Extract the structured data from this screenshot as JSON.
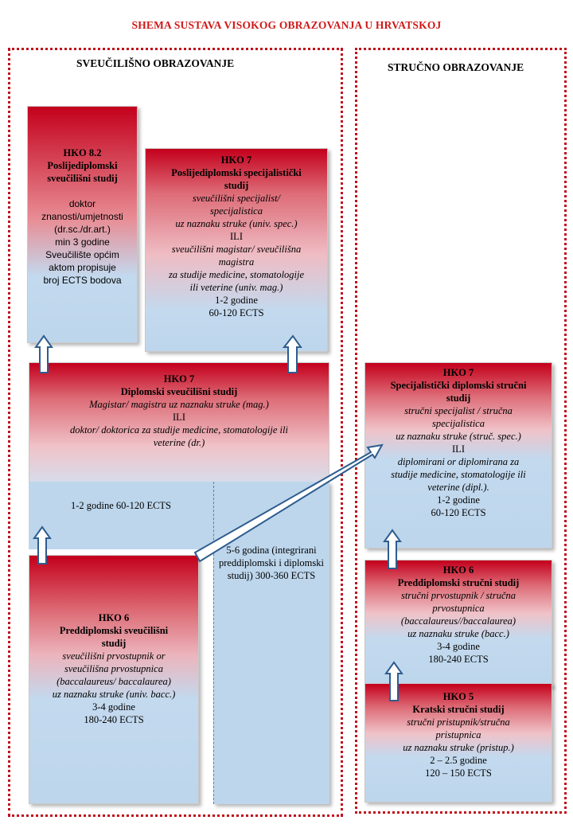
{
  "title": "SHEMA SUSTAVA VISOKOG OBRAZOVANJA U HRVATSKOJ",
  "left_section_title": "SVEUČILIŠNO OBRAZOVANJE",
  "right_section_title": "STRUČNO OBRAZOVANJE",
  "colors": {
    "frame": "#c0101a",
    "title": "#d01818",
    "box_top": "#c4001c",
    "box_bottom": "#bdd6ec",
    "arrow": "#2e5d8e"
  },
  "hko82": {
    "level": "HKO 8.2",
    "name": [
      "Poslijediplomski",
      "sveučilišni studij"
    ],
    "details": [
      "doktor",
      "znanosti/umjetnosti",
      "(dr.sc./dr.art.)",
      "min 3 godine",
      "Sveučilište općim",
      "aktom propisuje",
      "broj ECTS bodova"
    ]
  },
  "hko7_spec": {
    "level": "HKO 7",
    "name": [
      "Poslijediplomski specijalistički",
      "studij"
    ],
    "title1": [
      "sveučilišni specijalist/",
      "specijalistica"
    ],
    "note1": "uz naznaku struke (univ. spec.)",
    "ili": "ILI",
    "title2": [
      "sveučilišni magistar/ sveučilišna",
      "magistra"
    ],
    "note2": [
      "za studije medicine, stomatologije",
      "ili veterine (univ. mag.)"
    ],
    "duration": "1-2 godine",
    "ects": "60-120 ECTS"
  },
  "hko7_dipl": {
    "level": "HKO 7",
    "name": "Diplomski sveučilišni studij",
    "title1": "Magistar/ magistra uz naznaku struke (mag.)",
    "ili": "ILI",
    "title2": [
      "doktor/ doktorica za studije medicine, stomatologije ili",
      "veterine (dr.)"
    ],
    "duration": "1-2 godine",
    "ects": "60-120 ECTS"
  },
  "integrated": {
    "lines": [
      "5-6 godina",
      "(integrirani",
      "preddiplomski i",
      "diplomski studij)",
      "300-360 ECTS"
    ]
  },
  "hko6_sveuc": {
    "level": "HKO 6",
    "name": [
      "Preddiplomski sveučilišni",
      "studij"
    ],
    "title": [
      "sveučilišni prvostupnik or",
      "sveučilišna prvostupnica",
      "(baccalaureus/ baccalaurea)",
      "uz naznaku struke (univ. bacc.)"
    ],
    "duration": "3-4 godine",
    "ects": "180-240 ECTS"
  },
  "hko7_struc": {
    "level": "HKO 7",
    "name": [
      "Specijalistički diplomski stručni",
      "studij"
    ],
    "title1": [
      "stručni specijalist / stručna",
      "specijalistica",
      "uz naznaku struke (struč. spec.)"
    ],
    "ili": "ILI",
    "title2": [
      "diplomirani or diplomirana za",
      "studije medicine, stomatologije ili",
      "veterine (dipl.)."
    ],
    "duration": "1-2 godine",
    "ects": "60-120 ECTS"
  },
  "hko6_struc": {
    "level": "HKO 6",
    "name": "Preddiplomski stručni studij",
    "title": [
      "stručni prvostupnik / stručna",
      "prvostupnica",
      "(baccalaureus//baccalaurea)",
      "uz naznaku struke (bacc.)"
    ],
    "duration": "3-4 godine",
    "ects": "180-240 ECTS"
  },
  "hko5": {
    "level": "HKO 5",
    "name": "Kratski stručni studij",
    "title": [
      "stručni pristupnik/stručna",
      "pristupnica",
      "uz naznaku struke (pristup.)"
    ],
    "duration": "2 – 2.5 godine",
    "ects": "120 – 150 ECTS"
  }
}
